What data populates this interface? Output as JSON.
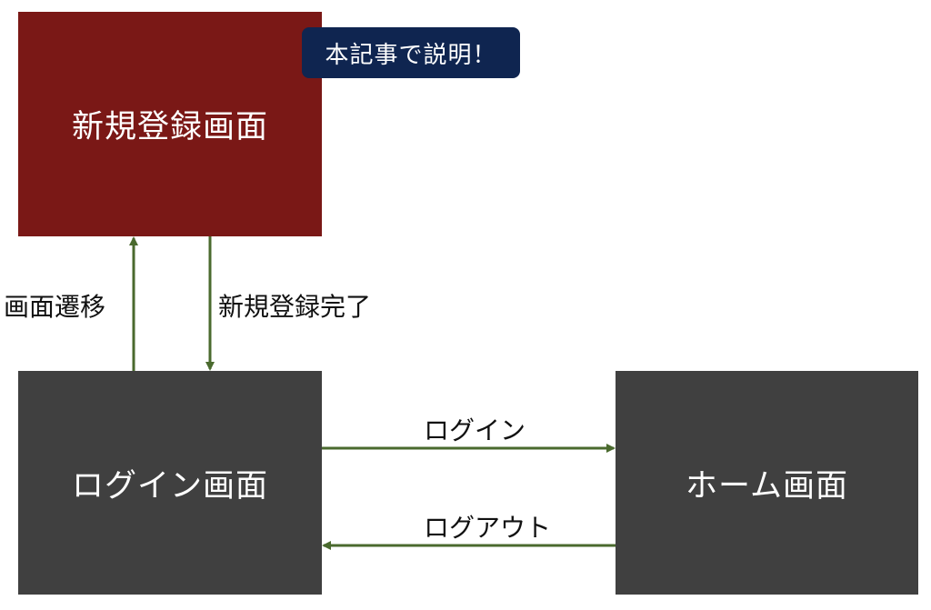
{
  "nodes": {
    "register": {
      "label": "新規登録画面",
      "color": "#7a1816"
    },
    "login": {
      "label": "ログイン画面",
      "color": "#404040"
    },
    "home": {
      "label": "ホーム画面",
      "color": "#404040"
    }
  },
  "callout": {
    "text": "本記事で説明！",
    "color": "#0f2550"
  },
  "edges": {
    "login_to_register": {
      "label": "画面遷移"
    },
    "register_to_login": {
      "label": "新規登録完了"
    },
    "login_to_home": {
      "label": "ログイン"
    },
    "home_to_login": {
      "label": "ログアウト"
    }
  },
  "arrow_color": "#4a6a2e"
}
